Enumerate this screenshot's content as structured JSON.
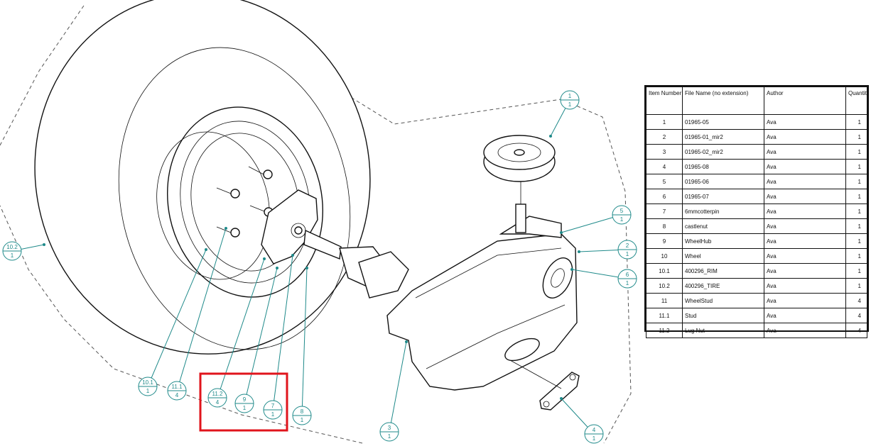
{
  "bom": {
    "headers": [
      "Item Number",
      "File Name (no extension)",
      "Author",
      "Quantity"
    ],
    "rows": [
      [
        "1",
        "01965-05",
        "Ava",
        "1"
      ],
      [
        "2",
        "01965-01_mir2",
        "Ava",
        "1"
      ],
      [
        "3",
        "01965-02_mir2",
        "Ava",
        "1"
      ],
      [
        "4",
        "01965-08",
        "Ava",
        "1"
      ],
      [
        "5",
        "01965-06",
        "Ava",
        "1"
      ],
      [
        "6",
        "01965-07",
        "Ava",
        "1"
      ],
      [
        "7",
        "6mmcotterpin",
        "Ava",
        "1"
      ],
      [
        "8",
        "castlenut",
        "Ava",
        "1"
      ],
      [
        "9",
        "WheelHub",
        "Ava",
        "1"
      ],
      [
        "10",
        "Wheel",
        "Ava",
        "1"
      ],
      [
        "10.1",
        "400296_RIM",
        "Ava",
        "1"
      ],
      [
        "10.2",
        "400296_TIRE",
        "Ava",
        "1"
      ],
      [
        "11",
        "WheelStud",
        "Ava",
        "4"
      ],
      [
        "11.1",
        "Stud",
        "Ava",
        "4"
      ],
      [
        "11.2",
        "Lug Nut",
        "Ava",
        "4"
      ]
    ]
  },
  "balloons": [
    {
      "item": "1",
      "qty": "1"
    },
    {
      "item": "5",
      "qty": "1"
    },
    {
      "item": "2",
      "qty": "1"
    },
    {
      "item": "6",
      "qty": "1"
    },
    {
      "item": "10.2",
      "qty": "1"
    },
    {
      "item": "10.1",
      "qty": "1"
    },
    {
      "item": "11.1",
      "qty": "4"
    },
    {
      "item": "11.2",
      "qty": "4"
    },
    {
      "item": "9",
      "qty": "1"
    },
    {
      "item": "7",
      "qty": "1"
    },
    {
      "item": "8",
      "qty": "1"
    },
    {
      "item": "3",
      "qty": "1"
    },
    {
      "item": "4",
      "qty": "1"
    }
  ],
  "colors": {
    "balloon": "#1f8a8a",
    "highlight": "#e0141c",
    "linework": "#111111"
  }
}
